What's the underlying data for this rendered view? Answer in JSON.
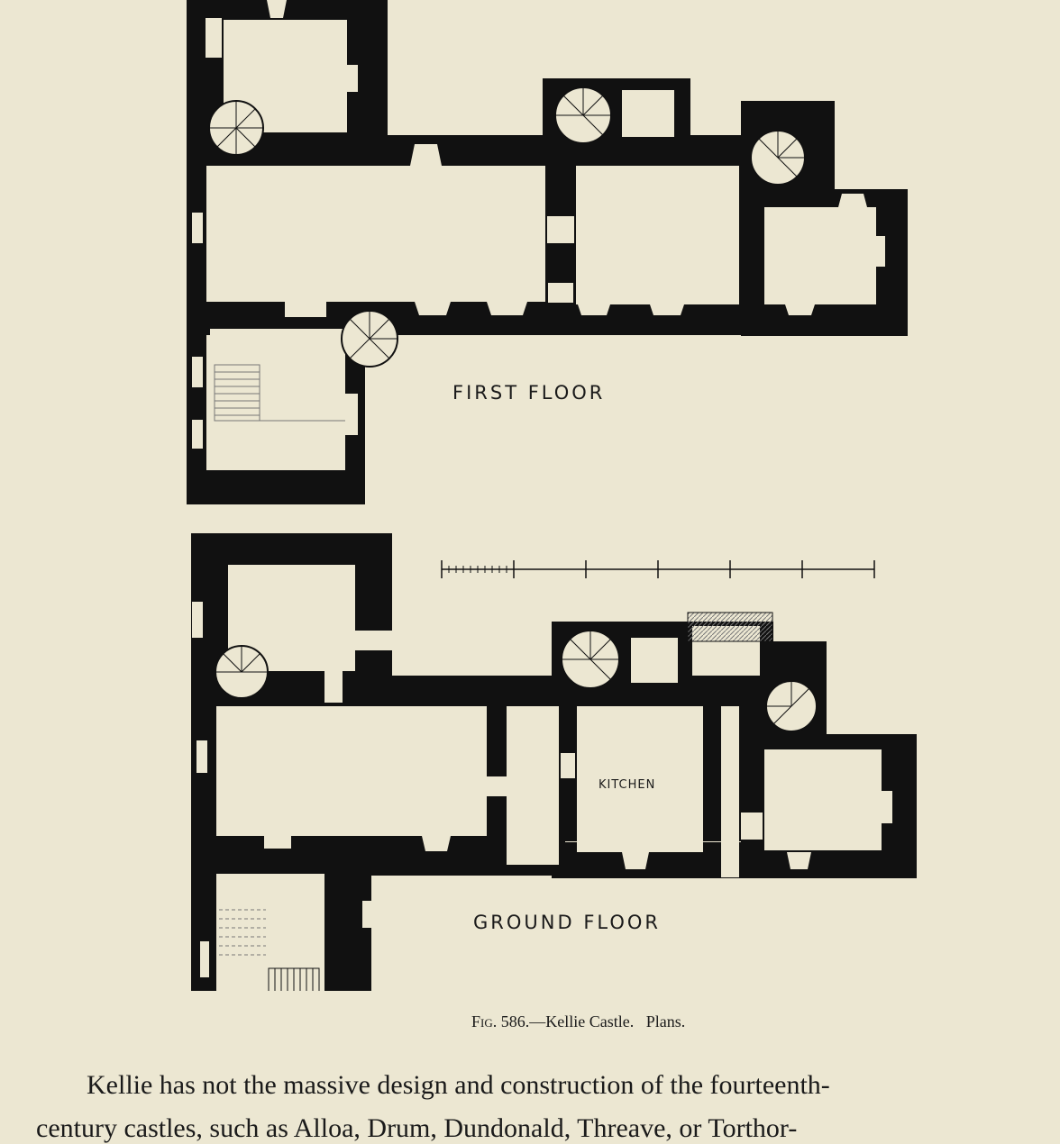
{
  "labels": {
    "first_floor": "FIRST FLOOR",
    "ground_floor": "GROUND FLOOR",
    "kitchen": "KITCHEN"
  },
  "caption": {
    "fig": "Fig. 586.",
    "dash": "—",
    "text": "Kellie Castle.",
    "suffix": "Plans."
  },
  "body_text": {
    "line1": "Kellie has not the massive design and construction of the fourteenth-",
    "line2": "century castles, such as Alloa, Drum, Dundonald, Threave, or Torthor-"
  },
  "colors": {
    "paper": "#ece7d2",
    "ink": "#111111",
    "hatch": "#777777"
  }
}
